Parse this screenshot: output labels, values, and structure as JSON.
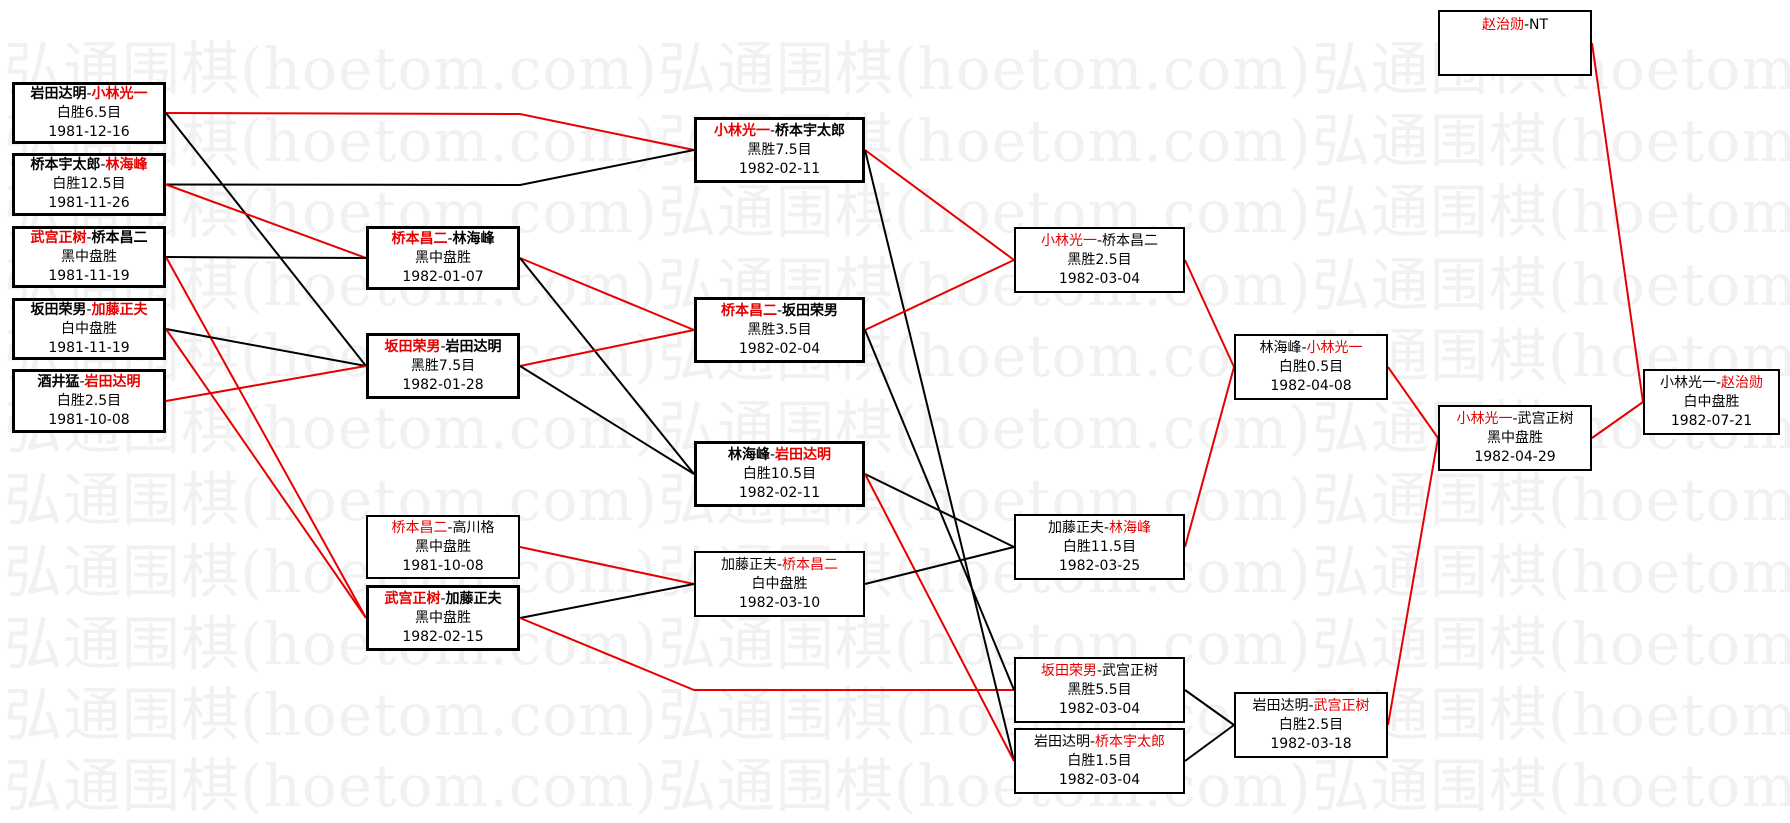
{
  "watermark": {
    "text": "弘通围棋(hoetom.com)"
  },
  "colors": {
    "winner": "#e60000",
    "line_black": "#000000",
    "line_red": "#e60000"
  },
  "matches": [
    {
      "id": "r1-1",
      "p1": "岩田达明",
      "p2": "小林光一",
      "winner": "p2",
      "result": "白胜6.5目",
      "date": "1981-12-16"
    },
    {
      "id": "r1-2",
      "p1": "桥本宇太郎",
      "p2": "林海峰",
      "winner": "p2",
      "result": "白胜12.5目",
      "date": "1981-11-26"
    },
    {
      "id": "r1-3",
      "p1": "武宫正树",
      "p2": "桥本昌二",
      "winner": "p1",
      "result": "黑中盘胜",
      "date": "1981-11-19"
    },
    {
      "id": "r1-4",
      "p1": "坂田荣男",
      "p2": "加藤正夫",
      "winner": "p2",
      "result": "白中盘胜",
      "date": "1981-11-19"
    },
    {
      "id": "r1-5",
      "p1": "酒井猛",
      "p2": "岩田达明",
      "winner": "p2",
      "result": "白胜2.5目",
      "date": "1981-10-08"
    },
    {
      "id": "r2-1",
      "p1": "桥本昌二",
      "p2": "林海峰",
      "winner": "p1",
      "result": "黑中盘胜",
      "date": "1982-01-07"
    },
    {
      "id": "r2-2",
      "p1": "坂田荣男",
      "p2": "岩田达明",
      "winner": "p1",
      "result": "黑胜7.5目",
      "date": "1982-01-28"
    },
    {
      "id": "r2-3",
      "p1": "桥本昌二",
      "p2": "高川格",
      "winner": "p1",
      "result": "黑中盘胜",
      "date": "1981-10-08"
    },
    {
      "id": "r2-4",
      "p1": "武宫正树",
      "p2": "加藤正夫",
      "winner": "p1",
      "result": "黑中盘胜",
      "date": "1982-02-15"
    },
    {
      "id": "r3-1",
      "p1": "小林光一",
      "p2": "桥本宇太郎",
      "winner": "p1",
      "result": "黑胜7.5目",
      "date": "1982-02-11"
    },
    {
      "id": "r3-2",
      "p1": "桥本昌二",
      "p2": "坂田荣男",
      "winner": "p1",
      "result": "黑胜3.5目",
      "date": "1982-02-04"
    },
    {
      "id": "r3-3",
      "p1": "林海峰",
      "p2": "岩田达明",
      "winner": "p2",
      "result": "白胜10.5目",
      "date": "1982-02-11"
    },
    {
      "id": "r3-4",
      "p1": "加藤正夫",
      "p2": "桥本昌二",
      "winner": "p2",
      "result": "白中盘胜",
      "date": "1982-03-10"
    },
    {
      "id": "r4-1",
      "p1": "小林光一",
      "p2": "桥本昌二",
      "winner": "p1",
      "result": "黑胜2.5目",
      "date": "1982-03-04"
    },
    {
      "id": "r4-2",
      "p1": "加藤正夫",
      "p2": "林海峰",
      "winner": "p2",
      "result": "白胜11.5目",
      "date": "1982-03-25"
    },
    {
      "id": "r4-3",
      "p1": "坂田荣男",
      "p2": "武宫正树",
      "winner": "p1",
      "result": "黑胜5.5目",
      "date": "1982-03-04"
    },
    {
      "id": "r4-4",
      "p1": "岩田达明",
      "p2": "桥本宇太郎",
      "winner": "p2",
      "result": "白胜1.5目",
      "date": "1982-03-04"
    },
    {
      "id": "r5-1",
      "p1": "林海峰",
      "p2": "小林光一",
      "winner": "p2",
      "result": "白胜0.5目",
      "date": "1982-04-08"
    },
    {
      "id": "r5-2",
      "p1": "岩田达明",
      "p2": "武宫正树",
      "winner": "p2",
      "result": "白胜2.5目",
      "date": "1982-03-18"
    },
    {
      "id": "r6-1",
      "p1": "小林光一",
      "p2": "武宫正树",
      "winner": "p1",
      "result": "黑中盘胜",
      "date": "1982-04-29"
    },
    {
      "id": "r6-2",
      "p1": "赵治勋",
      "p2": "NT",
      "winner": "p1",
      "result": "",
      "date": ""
    },
    {
      "id": "final",
      "p1": "小林光一",
      "p2": "赵治勋",
      "winner": "p2",
      "result": "白中盘胜",
      "date": "1982-07-21"
    }
  ],
  "connections": [
    {
      "from": "r1-1",
      "to": "r3-1",
      "color": "red"
    },
    {
      "from": "r1-1",
      "to": "r2-2",
      "color": "black"
    },
    {
      "from": "r1-2",
      "to": "r3-1",
      "color": "black"
    },
    {
      "from": "r1-2",
      "to": "r2-1",
      "color": "red"
    },
    {
      "from": "r1-3",
      "to": "r2-1",
      "color": "black"
    },
    {
      "from": "r1-3",
      "to": "r2-4",
      "color": "red"
    },
    {
      "from": "r1-4",
      "to": "r2-2",
      "color": "black"
    },
    {
      "from": "r1-4",
      "to": "r2-4",
      "color": "red"
    },
    {
      "from": "r1-5",
      "to": "r2-2",
      "color": "red"
    },
    {
      "from": "r2-1",
      "to": "r3-2",
      "color": "red"
    },
    {
      "from": "r2-1",
      "to": "r3-3",
      "color": "black"
    },
    {
      "from": "r2-2",
      "to": "r3-2",
      "color": "red"
    },
    {
      "from": "r2-2",
      "to": "r3-3",
      "color": "black"
    },
    {
      "from": "r2-3",
      "to": "r3-4",
      "color": "red"
    },
    {
      "from": "r2-4",
      "to": "r3-4",
      "color": "black"
    },
    {
      "from": "r2-4",
      "to": "r4-3",
      "color": "red"
    },
    {
      "from": "r3-1",
      "to": "r4-1",
      "color": "red"
    },
    {
      "from": "r3-1",
      "to": "r4-4",
      "color": "black"
    },
    {
      "from": "r3-2",
      "to": "r4-1",
      "color": "red"
    },
    {
      "from": "r3-2",
      "to": "r4-3",
      "color": "black"
    },
    {
      "from": "r3-3",
      "to": "r4-2",
      "color": "black"
    },
    {
      "from": "r3-3",
      "to": "r4-4",
      "color": "red"
    },
    {
      "from": "r3-4",
      "to": "r4-2",
      "color": "black"
    },
    {
      "from": "r4-1",
      "to": "r5-1",
      "color": "red"
    },
    {
      "from": "r4-2",
      "to": "r5-1",
      "color": "red"
    },
    {
      "from": "r4-3",
      "to": "r5-2",
      "color": "black"
    },
    {
      "from": "r4-4",
      "to": "r5-2",
      "color": "black"
    },
    {
      "from": "r5-1",
      "to": "r6-1",
      "color": "red"
    },
    {
      "from": "r5-2",
      "to": "r6-1",
      "color": "red"
    },
    {
      "from": "r6-1",
      "to": "final",
      "color": "red"
    },
    {
      "from": "r6-2",
      "to": "final",
      "color": "red"
    }
  ]
}
